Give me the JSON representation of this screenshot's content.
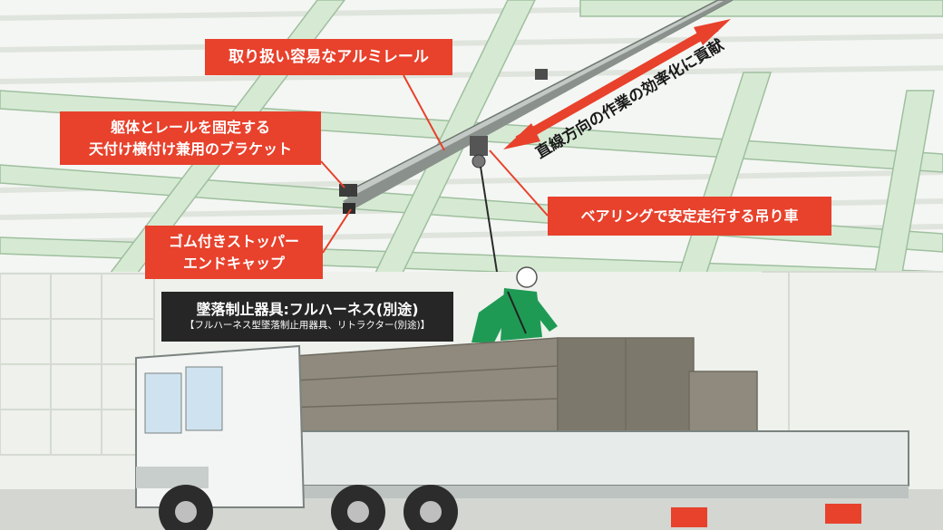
{
  "callouts": {
    "rail": "取り扱い容易なアルミレール",
    "bracket_line1": "躯体とレールを固定する",
    "bracket_line2": "天付け横付け兼用のブラケット",
    "stopper_line1": "ゴム付きストッパー",
    "stopper_line2": "エンドキャップ",
    "trolley": "ベアリングで安定走行する吊り車"
  },
  "direction_label": "直線方向の作業の効率化に貢献",
  "harness": {
    "title": "墜落制止器具:フルハーネス(別途)",
    "note": "【フルハーネス型墜落制止用器具、リトラクター(別途)】"
  },
  "colors": {
    "callout": "#e8412c",
    "label_dark": "#262626",
    "beam": "#d6ead3",
    "worker": "#1f9a54",
    "cargo": "#8f8a7d"
  }
}
